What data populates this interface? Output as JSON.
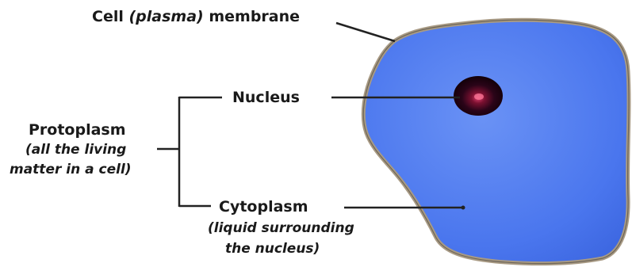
{
  "labels": {
    "membrane_prefix": "Cell ",
    "membrane_italic": "(plasma)",
    "membrane_suffix": " membrane",
    "nucleus": "Nucleus",
    "protoplasm": "Protoplasm",
    "protoplasm_note_line1": "(all the living",
    "protoplasm_note_line2": "matter in a cell)",
    "cytoplasm": "Cytoplasm",
    "cytoplasm_note_line1": "(liquid surrounding",
    "cytoplasm_note_line2": "the nucleus)"
  },
  "colors": {
    "cytoplasm": "#4a78f0",
    "cytoplasm_light": "#6c94f6",
    "membrane": "#a89a84",
    "nucleus_outer": "#1a0010",
    "nucleus_inner": "#c0305a",
    "lines": "#222222"
  }
}
